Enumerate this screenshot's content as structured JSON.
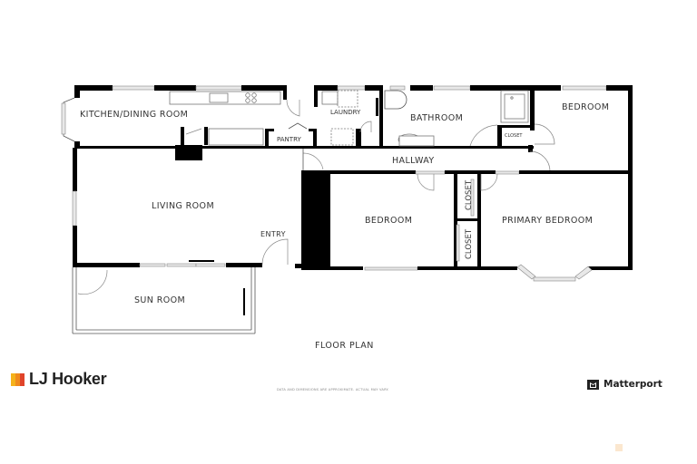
{
  "plan": {
    "title": "FLOOR PLAN",
    "rooms": {
      "kitchen_dining": "KITCHEN/DINING ROOM",
      "laundry": "LAUNDRY",
      "pantry": "PANTRY",
      "bathroom": "BATHROOM",
      "bedroom_top": "BEDROOM",
      "closet_small": "CLOSET",
      "hallway": "HALLWAY",
      "living_room": "LIVING ROOM",
      "entry": "ENTRY",
      "bedroom": "BEDROOM",
      "closet_upper": "CLOSET",
      "closet_lower": "CLOSET",
      "primary_bedroom": "PRIMARY BEDROOM",
      "sun_room": "SUN ROOM"
    }
  },
  "footer": {
    "agency_logo": "LJ Hooker",
    "agency_colors": [
      "#f5b21b",
      "#f08a1c",
      "#e0442a"
    ],
    "disclaimer": "DATA AND DIMENSIONS ARE APPROXIMATE. ACTUAL MAY VARY.",
    "provider_logo": "Matterport"
  }
}
